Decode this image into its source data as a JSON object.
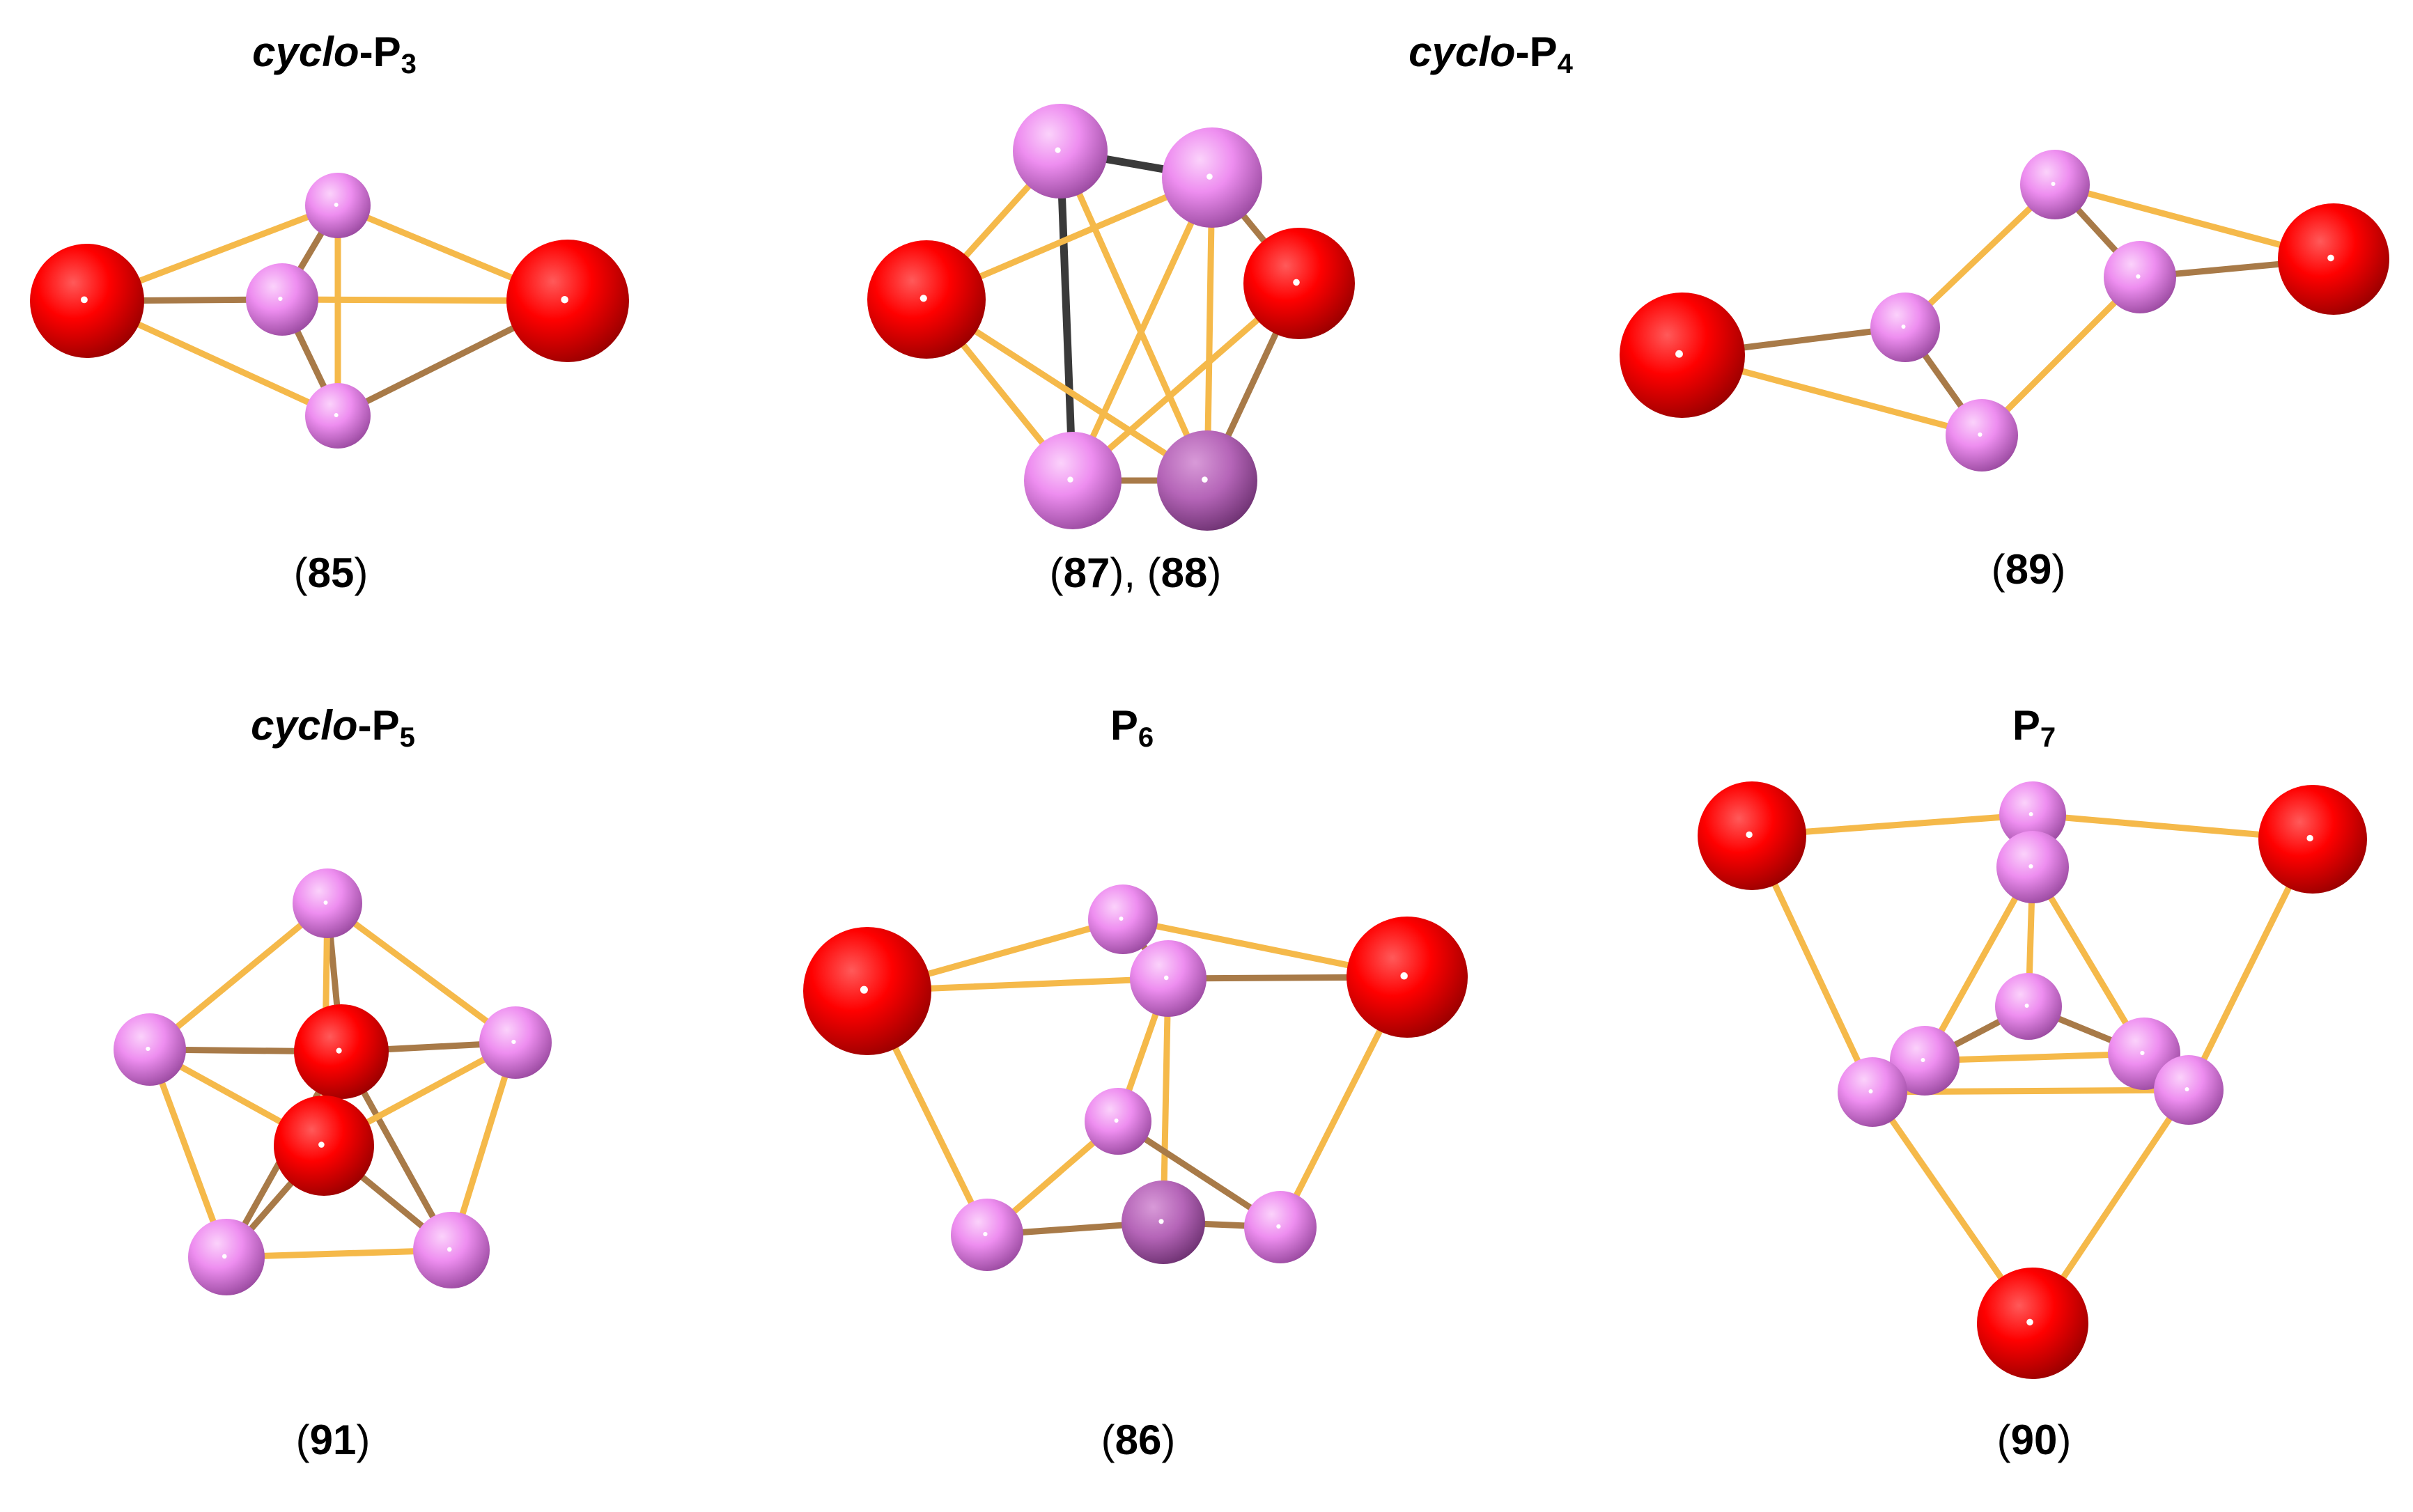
{
  "figure": {
    "panels": [
      {
        "id": "p3",
        "title_prefix": "cyclo",
        "title_symbol": "P",
        "title_subscript": "3",
        "caption_parts": [
          "85"
        ]
      },
      {
        "id": "p4a",
        "title_prefix": "",
        "title_symbol": "",
        "title_subscript": "",
        "caption_parts": [
          "87",
          "88"
        ]
      },
      {
        "id": "p4b",
        "title_prefix": "",
        "title_symbol": "",
        "title_subscript": "",
        "caption_parts": [
          "89"
        ]
      },
      {
        "id": "p5",
        "title_prefix": "cyclo",
        "title_symbol": "P",
        "title_subscript": "5",
        "caption_parts": [
          "91"
        ]
      },
      {
        "id": "p6",
        "title_prefix": "",
        "title_symbol": "P",
        "title_subscript": "6",
        "caption_parts": [
          "86"
        ]
      },
      {
        "id": "p7",
        "title_prefix": "",
        "title_symbol": "P",
        "title_subscript": "7",
        "caption_parts": [
          "90"
        ]
      }
    ],
    "shared_title": {
      "title_prefix": "cyclo",
      "title_symbol": "P",
      "title_subscript": "4"
    }
  },
  "colors": {
    "metal_atom": "#ff0000",
    "metal_atom_dark": "#9a0000",
    "phosphorus_atom": "#ee8ef0",
    "phosphorus_atom_dark": "#9a4aa0",
    "bond_gold": "#f5b94a",
    "bond_brown": "#a87a48",
    "bond_black": "#3a3a3a"
  }
}
